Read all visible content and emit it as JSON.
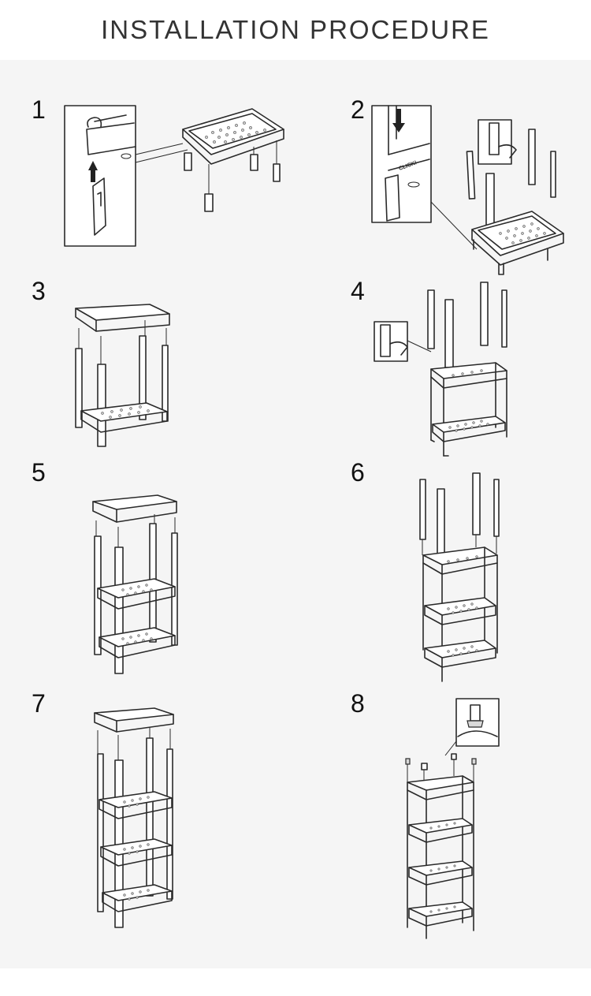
{
  "title": "INSTALLATION PROCEDURE",
  "steps": [
    {
      "number": "1",
      "icons": [
        "shelf-tray-icon",
        "corner-connector-icon",
        "magnify-callout-icon"
      ]
    },
    {
      "number": "2",
      "icons": [
        "leg-pole-icon",
        "snap-click-callout-icon",
        "hand-press-icon"
      ],
      "callout_text": "CLICK!"
    },
    {
      "number": "3",
      "icons": [
        "shelf-tray-icon",
        "leg-pole-icon"
      ]
    },
    {
      "number": "4",
      "icons": [
        "leg-pole-icon",
        "hand-press-icon"
      ]
    },
    {
      "number": "5",
      "icons": [
        "shelf-tray-icon",
        "leg-pole-icon"
      ]
    },
    {
      "number": "6",
      "icons": [
        "leg-pole-icon"
      ]
    },
    {
      "number": "7",
      "icons": [
        "shelf-tray-icon",
        "leg-pole-icon"
      ]
    },
    {
      "number": "8",
      "icons": [
        "foot-cap-icon",
        "magnify-callout-icon"
      ]
    }
  ],
  "colors": {
    "line": "#2a2a2a",
    "panel": "#f5f5f5",
    "background": "#ffffff",
    "title": "#333333"
  }
}
